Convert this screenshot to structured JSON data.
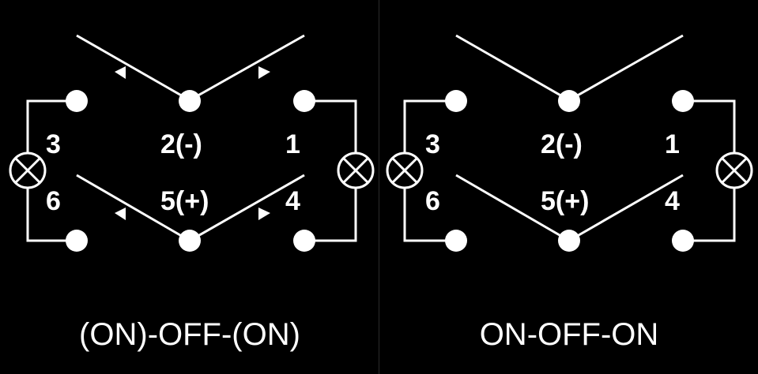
{
  "diagrams": [
    {
      "title": "(ON)-OFF-(ON)",
      "pins": {
        "p1": "1",
        "p2": "2(-)",
        "p3": "3",
        "p4": "4",
        "p5": "5(+)",
        "p6": "6"
      },
      "momentary_arrows": true
    },
    {
      "title": "ON-OFF-ON",
      "pins": {
        "p1": "1",
        "p2": "2(-)",
        "p3": "3",
        "p4": "4",
        "p5": "5(+)",
        "p6": "6"
      },
      "momentary_arrows": false
    }
  ],
  "colors": {
    "background": "#000000",
    "foreground": "#ffffff"
  }
}
